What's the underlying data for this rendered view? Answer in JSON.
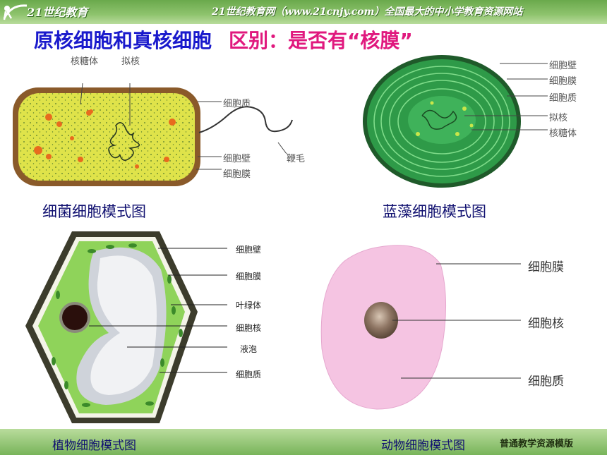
{
  "header": {
    "logo_text": "21世纪教育",
    "site_text": "21世纪教育网（www.21cnjy.com）全国最大的中小学教育资源网站"
  },
  "title": {
    "main": "原核细胞和真核细胞",
    "difference": "区别：是否有“核膜”"
  },
  "bacteria": {
    "caption": "细菌细胞模式图",
    "labels": {
      "ribosome": "核糖体",
      "nucleoid": "拟核",
      "cytoplasm": "细胞质",
      "cell_wall": "细胞壁",
      "membrane": "细胞膜",
      "flagellum": "鞭毛"
    }
  },
  "cyanobacteria": {
    "caption": "蓝藻细胞模式图",
    "labels": {
      "cell_wall": "细胞壁",
      "membrane": "细胞膜",
      "cytoplasm": "细胞质",
      "nucleoid": "拟核",
      "ribosome": "核糖体"
    }
  },
  "plant": {
    "caption": "植物细胞模式图",
    "labels": {
      "cell_wall": "细胞壁",
      "membrane": "细胞膜",
      "chloroplast": "叶绿体",
      "nucleus": "细胞核",
      "vacuole": "液泡",
      "cytoplasm": "细胞质"
    }
  },
  "animal": {
    "caption": "动物细胞模式图",
    "labels": {
      "membrane": "细胞膜",
      "nucleus": "细胞核",
      "cytoplasm": "细胞质"
    }
  },
  "footer": {
    "text": "普通教学资源模版"
  },
  "colors": {
    "title_blue": "#1a1acc",
    "title_pink": "#e0197e",
    "banner_green": "#8ec36d"
  }
}
